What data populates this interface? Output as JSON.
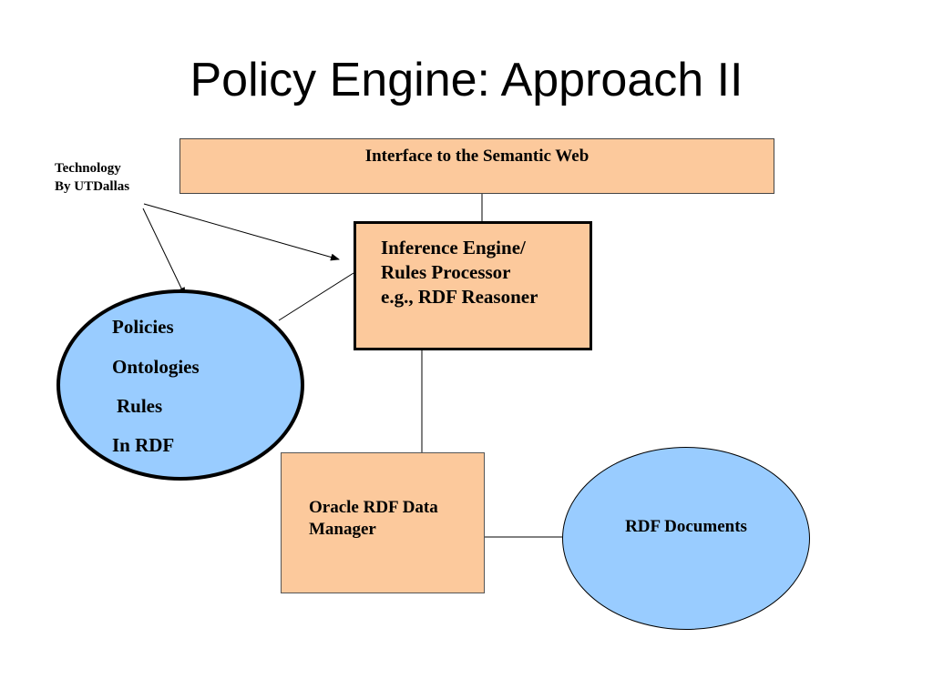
{
  "title": "Policy Engine: Approach II",
  "note": {
    "line1": "Technology",
    "line2": "By UTDallas"
  },
  "nodes": {
    "interface": {
      "label": "Interface to the Semantic Web"
    },
    "inference": {
      "lines": [
        "Inference Engine/",
        "Rules Processor",
        "e.g., RDF Reasoner"
      ]
    },
    "policies": {
      "lines": [
        "Policies",
        "Ontologies",
        " Rules",
        "In RDF"
      ]
    },
    "oracle": {
      "lines": [
        "Oracle RDF Data",
        "Manager"
      ]
    },
    "rdf_documents": {
      "label": "RDF Documents"
    }
  },
  "colors": {
    "box_fill": "#fcc99c",
    "ellipse_fill": "#99ccff",
    "stroke": "#000000"
  }
}
